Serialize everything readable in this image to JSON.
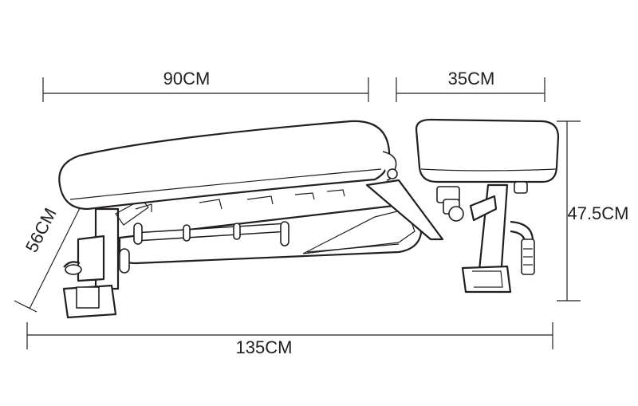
{
  "dimensions": {
    "back_pad_length": "90CM",
    "seat_pad_length": "35CM",
    "height": "47.5CM",
    "width": "56CM",
    "total_length": "135CM"
  },
  "colors": {
    "ink": "#231f20",
    "background": "#ffffff"
  }
}
